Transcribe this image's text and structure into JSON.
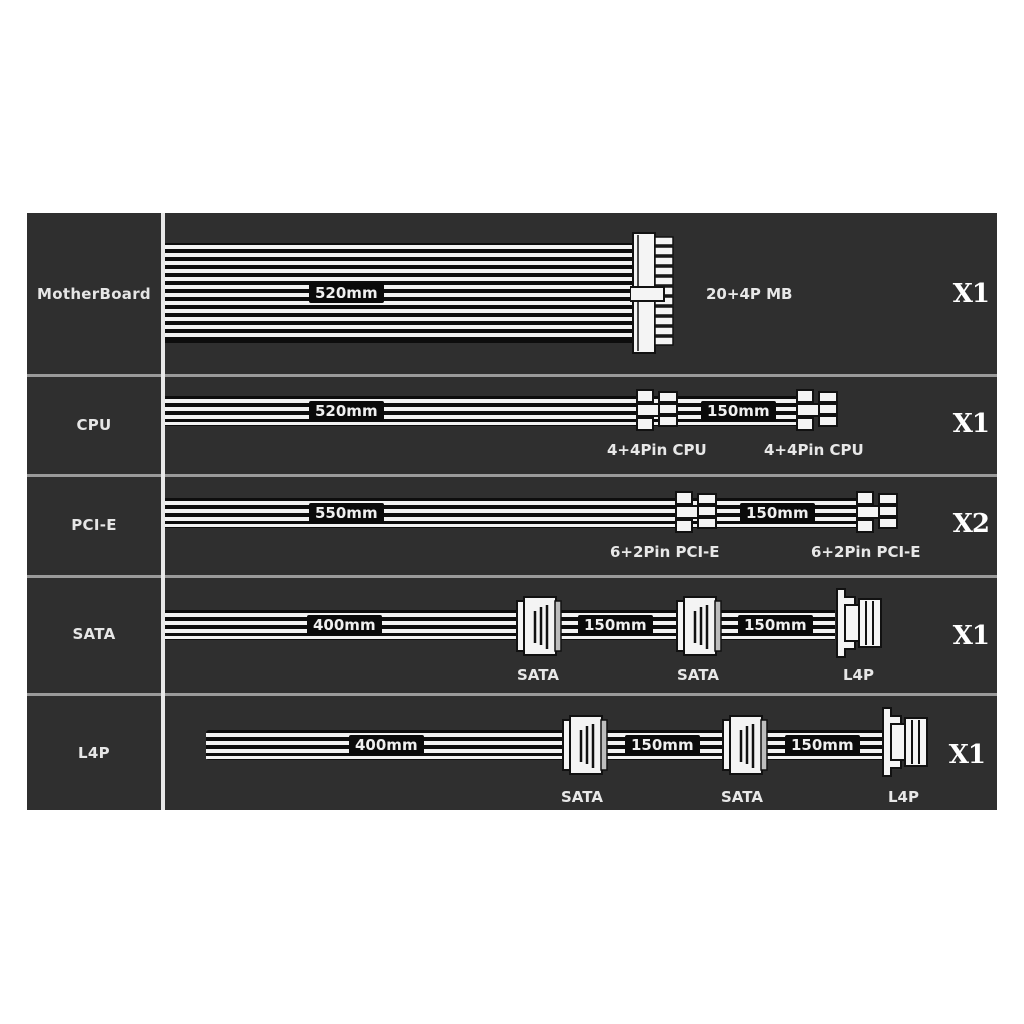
{
  "diagram": {
    "type": "psu-cable-spec",
    "colors": {
      "panel": "#2f2f2f",
      "wire": "#f2f2f2",
      "label_bg": "#0a0a0a",
      "text": "#e8e8e8",
      "separator": "#9a9a9a"
    },
    "rows": [
      {
        "name": "MotherBoard",
        "cable_length": "520mm",
        "connectors": [
          {
            "label": "20+4P MB"
          }
        ],
        "quantity": "X1"
      },
      {
        "name": "CPU",
        "cable_length": "520mm",
        "segment_length": "150mm",
        "connectors": [
          {
            "label": "4+4Pin CPU"
          },
          {
            "label": "4+4Pin CPU"
          }
        ],
        "quantity": "X1"
      },
      {
        "name": "PCI-E",
        "cable_length": "550mm",
        "segment_length": "150mm",
        "connectors": [
          {
            "label": "6+2Pin PCI-E"
          },
          {
            "label": "6+2Pin PCI-E"
          }
        ],
        "quantity": "X2"
      },
      {
        "name": "SATA",
        "cable_length": "400mm",
        "segment_lengths": [
          "150mm",
          "150mm"
        ],
        "connectors": [
          {
            "label": "SATA"
          },
          {
            "label": "SATA"
          },
          {
            "label": "L4P"
          }
        ],
        "quantity": "X1"
      },
      {
        "name": "L4P",
        "cable_length": "400mm",
        "segment_lengths": [
          "150mm",
          "150mm"
        ],
        "connectors": [
          {
            "label": "SATA"
          },
          {
            "label": "SATA"
          },
          {
            "label": "L4P"
          }
        ],
        "quantity": "X1"
      }
    ]
  }
}
